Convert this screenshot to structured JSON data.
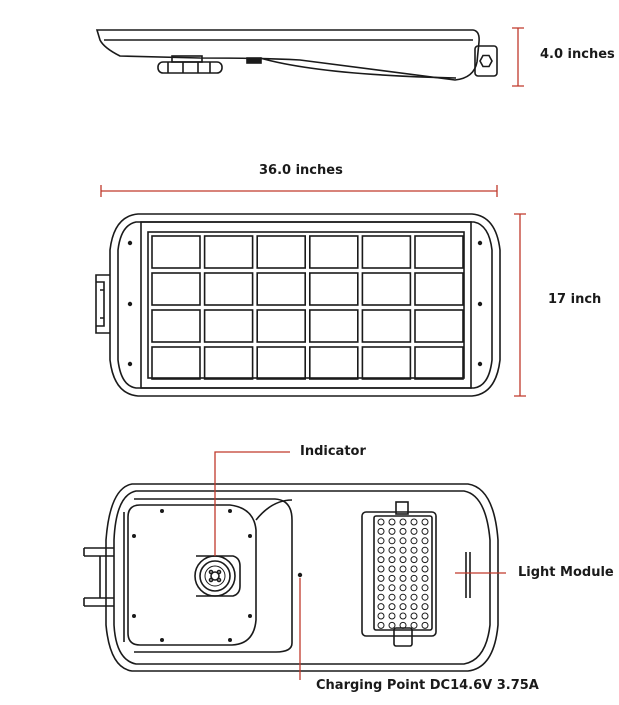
{
  "dimensions": {
    "height": "4.0 inches",
    "length": "36.0 inches",
    "width": "17 inch"
  },
  "callouts": {
    "indicator": "Indicator",
    "light_module": "Light Module",
    "charging_point": "Charging Point DC14.6V 3.75A"
  },
  "panel_grid": {
    "rows": 4,
    "cols": 6
  },
  "module_grid": {
    "rows": 12,
    "cols": 5
  },
  "colors": {
    "dimension_line": "#c0392b",
    "outline": "#1a1a1a"
  }
}
